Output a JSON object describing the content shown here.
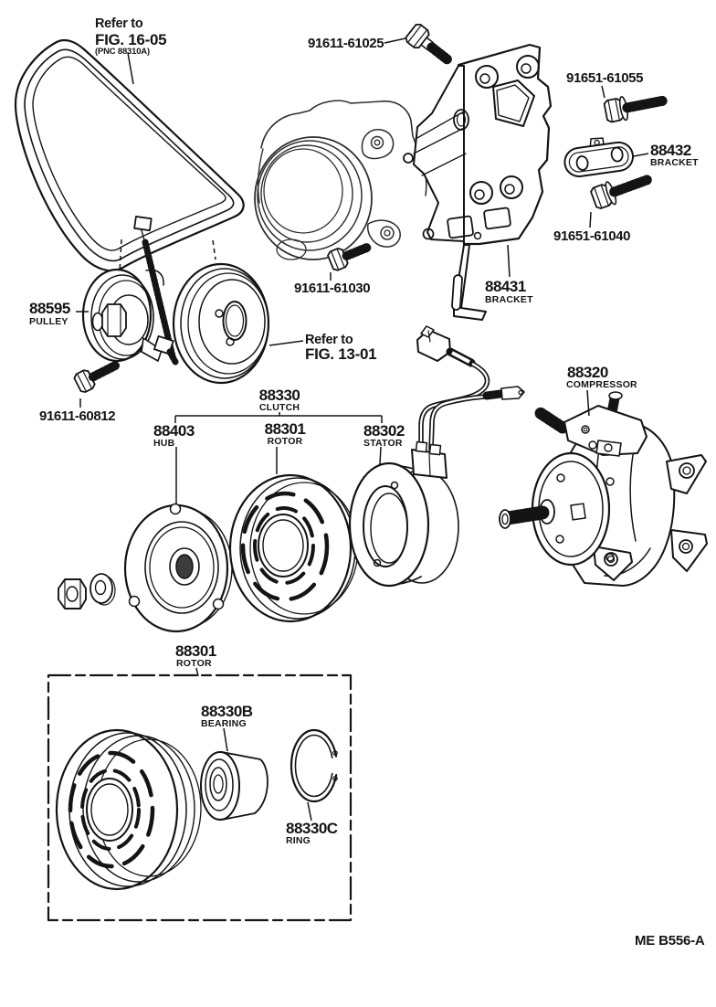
{
  "page": {
    "background": "#ffffff",
    "ink": "#141414",
    "figure_code": "ME B556-A"
  },
  "labels": {
    "ref_16_05": {
      "line1": "Refer to",
      "line2": "FIG. 16-05",
      "line3": "(PNC 88310A)"
    },
    "ref_13_01": {
      "line1": "Refer to",
      "line2": "FIG. 13-01"
    },
    "bolt_91611_61025": {
      "num": "91611-61025"
    },
    "bolt_91651_61055": {
      "num": "91651-61055"
    },
    "bracket_88432": {
      "num": "88432",
      "name": "BRACKET"
    },
    "bolt_91651_61040": {
      "num": "91651-61040"
    },
    "bracket_88431": {
      "num": "88431",
      "name": "BRACKET"
    },
    "bolt_91611_61030": {
      "num": "91611-61030"
    },
    "pulley_88595": {
      "num": "88595",
      "name": "PULLEY"
    },
    "bolt_91611_60812": {
      "num": "91611-60812"
    },
    "clutch_88330": {
      "num": "88330",
      "name": "CLUTCH"
    },
    "hub_88403": {
      "num": "88403",
      "name": "HUB"
    },
    "rotor_88301": {
      "num": "88301",
      "name": "ROTOR"
    },
    "stator_88302": {
      "num": "88302",
      "name": "STATOR"
    },
    "compressor_88320": {
      "num": "88320",
      "name": "COMPRESSOR"
    },
    "rotor_88301_detail": {
      "num": "88301",
      "name": "ROTOR"
    },
    "bearing_88330B": {
      "num": "88330B",
      "name": "BEARING"
    },
    "ring_88330C": {
      "num": "88330C",
      "name": "RING"
    }
  }
}
